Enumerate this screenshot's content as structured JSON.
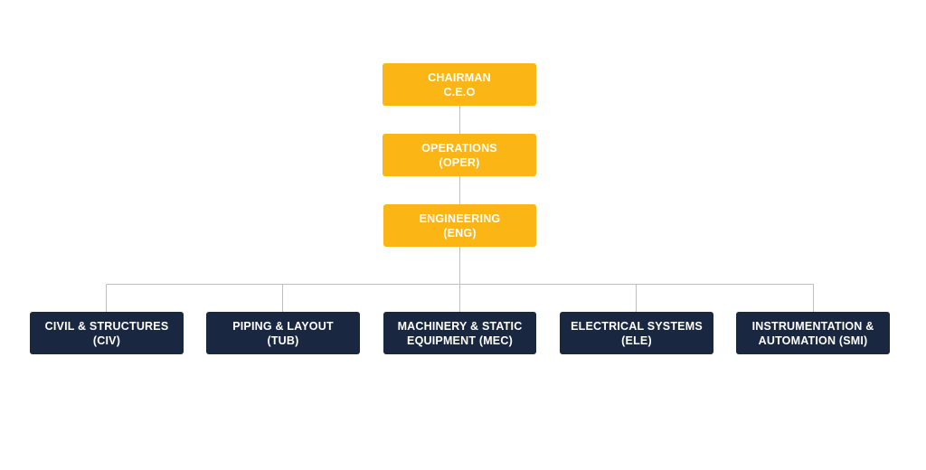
{
  "colors": {
    "executive": "#fbb515",
    "department": "#1a2740",
    "connector": "#bfbfbf",
    "text": "#ffffff"
  },
  "hierarchy": {
    "chairman": {
      "line1": "CHAIRMAN",
      "line2": "C.E.O"
    },
    "operations": {
      "line1": "OPERATIONS",
      "line2": "(OPER)"
    },
    "engineering": {
      "line1": "ENGINEERING",
      "line2": "(ENG)"
    }
  },
  "departments": [
    {
      "line1": "CIVIL & STRUCTURES",
      "line2": "(CIV)"
    },
    {
      "line1": "PIPING & LAYOUT",
      "line2": "(TUB)"
    },
    {
      "line1": "MACHINERY & STATIC",
      "line2": "EQUIPMENT (MEC)"
    },
    {
      "line1": "ELECTRICAL SYSTEMS",
      "line2": "(ELE)"
    },
    {
      "line1": "INSTRUMENTATION &",
      "line2": "AUTOMATION (SMI)"
    }
  ]
}
